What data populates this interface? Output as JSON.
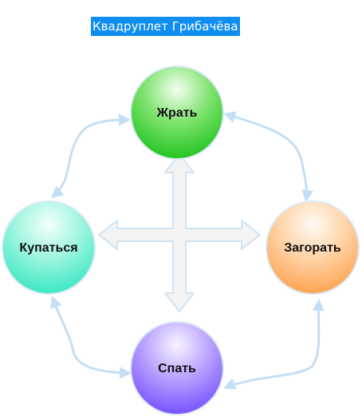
{
  "title": "Квадруплет Грибачёва",
  "nodes": {
    "top": {
      "label": "Жрать"
    },
    "right": {
      "label": "Загорать"
    },
    "bottom": {
      "label": "Спать"
    },
    "left": {
      "label": "Купаться"
    }
  },
  "colors": {
    "title_bg": "#0e8ef0",
    "connector": "#c2dff5",
    "cross_fill": "#f3f3f3",
    "cross_stroke": "#cfe3f3"
  }
}
